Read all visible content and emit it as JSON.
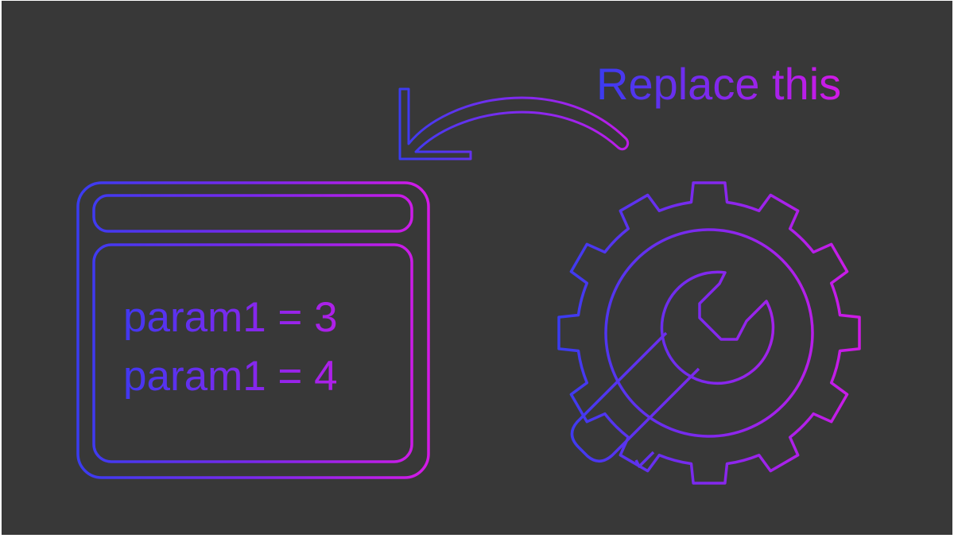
{
  "annotation": {
    "text": "Replace this"
  },
  "window": {
    "lines": [
      "param1 = 3",
      "param1 = 4"
    ]
  },
  "icons": {
    "arrow": "curved-arrow-icon",
    "window": "app-window-icon",
    "gear": "gear-wrench-icon"
  },
  "colors": {
    "background": "#383838",
    "gradient_start": "#3a3cf0",
    "gradient_mid": "#7a28ee",
    "gradient_end": "#d21ae6"
  }
}
